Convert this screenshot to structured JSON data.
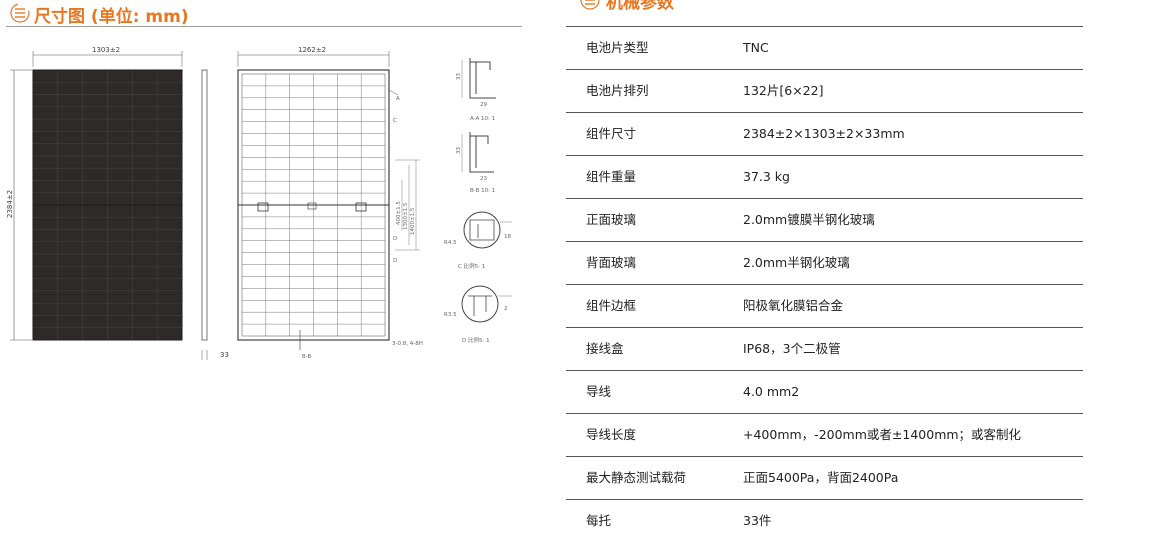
{
  "left_section": {
    "title": "尺寸图 (单位: mm)",
    "icon": "list-icon",
    "accent_color": "#e87722"
  },
  "drawing": {
    "front_width_label": "1303±2",
    "back_width_label": "1262±2",
    "height_label": "2384±2",
    "thickness_label": "33",
    "section_label": "B-B",
    "mount_labels": [
      "400±1.5",
      "1300±1.5",
      "1400±1.5"
    ],
    "side_point_labels": [
      "A",
      "C",
      "D",
      "D"
    ],
    "details": [
      {
        "caption": "A-A 10: 1",
        "dim_h": "33",
        "dim_w": "29"
      },
      {
        "caption": "B-B 10: 1",
        "dim_h": "33",
        "dim_w": "23"
      },
      {
        "caption": "C 比例5: 1",
        "dim_r": "R4.5",
        "dim_a": "18"
      },
      {
        "caption": "D 比例5: 1",
        "dim_r": "R3.5",
        "dim_a": "2"
      }
    ],
    "corner_note": "3-0.8, 4-8H"
  },
  "right_section": {
    "title": "机械参数",
    "icon": "list-icon",
    "accent_color": "#e87722"
  },
  "specs": [
    {
      "label": "电池片类型",
      "value": "TNC"
    },
    {
      "label": "电池片排列",
      "value": "132片[6×22]"
    },
    {
      "label": "组件尺寸",
      "value": "2384±2×1303±2×33mm"
    },
    {
      "label": "组件重量",
      "value": "37.3 kg"
    },
    {
      "label": "正面玻璃",
      "value": "2.0mm镀膜半钢化玻璃"
    },
    {
      "label": "背面玻璃",
      "value": "2.0mm半钢化玻璃"
    },
    {
      "label": "组件边框",
      "value": "阳极氧化膜铝合金"
    },
    {
      "label": "接线盒",
      "value": "IP68，3个二极管"
    },
    {
      "label": "导线",
      "value": "4.0 mm2"
    },
    {
      "label": "导线长度",
      "value": "+400mm，-200mm或者±1400mm；或客制化"
    },
    {
      "label": "最大静态测试载荷",
      "value": "正面5400Pa，背面2400Pa"
    },
    {
      "label": "每托",
      "value": "33件"
    }
  ]
}
